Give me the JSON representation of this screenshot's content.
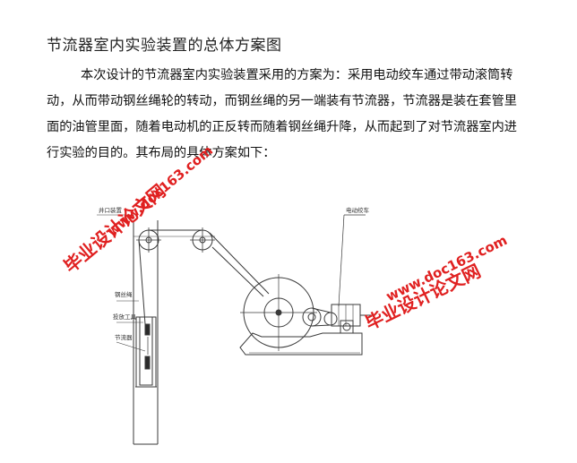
{
  "heading": "节流器室内实验装置的总体方案图",
  "paragraph": {
    "lines": [
      "本次设计的节流器室内实验装置采用的方案为：采用电动绞车通过带动滚筒转",
      "动，从而带动钢丝绳轮的转动，而钢丝绳的另一端装有节流器，节流器是装在套管里",
      "面的油管里面，随着电动机的正反转而随着钢丝绳升降，从而起到了对节流器室内进",
      "行实验的目的。其布局的具体方案如下："
    ]
  },
  "diagram": {
    "labels": {
      "winch": "电动绞车",
      "top_left": "井口装置",
      "wire_rope": "钢丝绳",
      "tool": "投放工具",
      "choke": "节流器"
    }
  },
  "watermarks": {
    "site_text": "毕业设计论文网",
    "url_text": "www.doc163.com"
  },
  "colors": {
    "watermark": "#e02020",
    "line": "#3a3a3a"
  }
}
